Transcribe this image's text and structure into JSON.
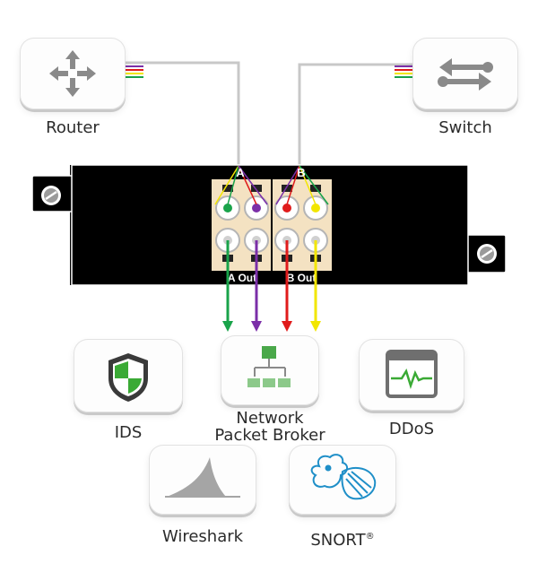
{
  "nodes": {
    "router": {
      "label": "Router",
      "icon": "router-arrows-icon"
    },
    "switch": {
      "label": "Switch",
      "icon": "switch-arrows-icon"
    },
    "ids": {
      "label": "IDS",
      "icon": "shield-icon"
    },
    "npb": {
      "label_line1": "Network",
      "label_line2": "Packet Broker",
      "icon": "hierarchy-icon"
    },
    "ddos": {
      "label": "DDoS",
      "icon": "monitor-pulse-icon"
    },
    "wireshark": {
      "label": "Wireshark",
      "icon": "shark-fin-icon"
    },
    "snort": {
      "label": "SNORT",
      "trademark": "®",
      "icon": "pig-logo-icon"
    }
  },
  "tap": {
    "port_a": "A",
    "port_b": "B",
    "out_a": "A Out",
    "out_b": "B Out"
  },
  "colors": {
    "green": "#19a34a",
    "purple": "#7b2fa8",
    "red": "#e01b1b",
    "yellow": "#f2e600",
    "icon_gray": "#8a8a8a",
    "shield_green": "#3aaa35",
    "npb_green": "#4aa84a",
    "snort_blue": "#1f8fc8",
    "tap_body": "#000000",
    "port_bg": "#f4e2c2"
  }
}
